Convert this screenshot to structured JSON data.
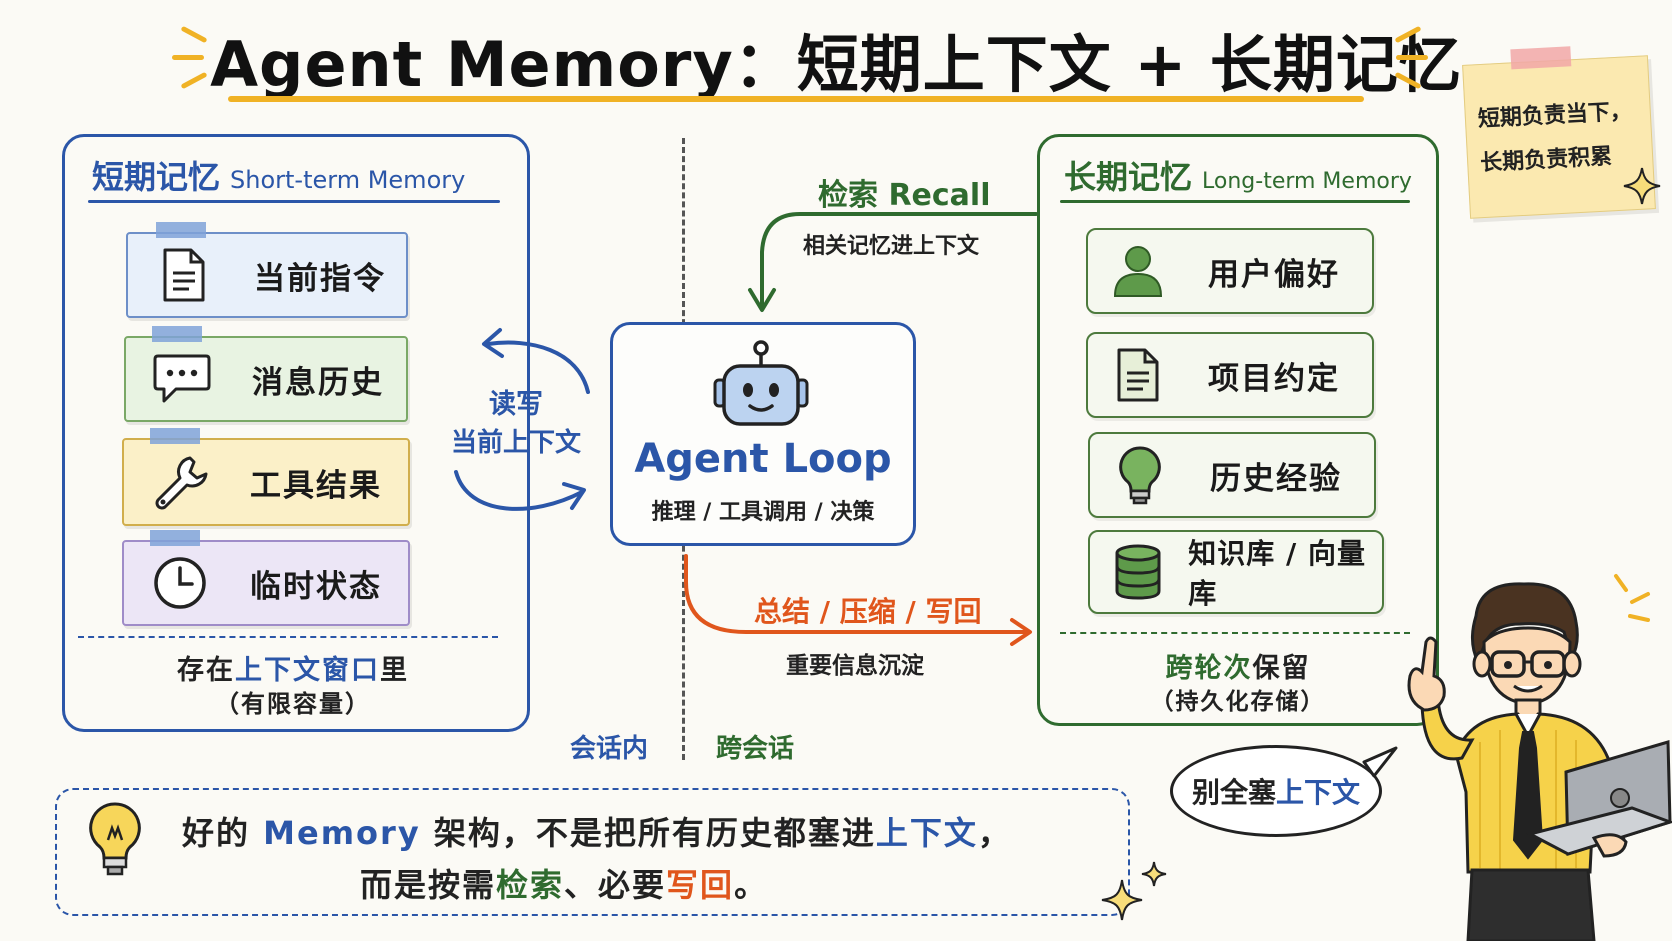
{
  "title": {
    "text": "Agent Memory：短期上下文 + 长期记忆",
    "accent_color": "#f0b225"
  },
  "memo_note": {
    "line1": "短期负责当下，",
    "line2": "长期负责积累"
  },
  "short_term": {
    "title_cn": "短期记忆",
    "title_en": "Short-term Memory",
    "color": "#2b56a8",
    "items": [
      {
        "label": "当前指令",
        "icon": "document-icon",
        "color": "#e8f0fa"
      },
      {
        "label": "消息历史",
        "icon": "chat-bubble-icon",
        "color": "#e8f3e2"
      },
      {
        "label": "工具结果",
        "icon": "wrench-icon",
        "color": "#fbf0c8"
      },
      {
        "label": "临时状态",
        "icon": "clock-icon",
        "color": "#ece6f6"
      }
    ],
    "footer_line1_a": "存在",
    "footer_line1_b": "上下文窗口",
    "footer_line1_c": "里",
    "footer_line2": "（有限容量）"
  },
  "read_write": {
    "line1": "读写",
    "line2": "当前上下文"
  },
  "recall": {
    "label": "检索 Recall",
    "sub": "相关记忆进上下文"
  },
  "agent_loop": {
    "title": "Agent Loop",
    "subtitle": "推理 / 工具调用 / 决策",
    "icon": "robot-icon"
  },
  "writeback": {
    "label": "总结 / 压缩 / 写回",
    "sub": "重要信息沉淀",
    "color": "#e0561c"
  },
  "long_term": {
    "title_cn": "长期记忆",
    "title_en": "Long-term Memory",
    "color": "#2f6b2f",
    "items": [
      {
        "label": "用户偏好",
        "icon": "user-icon"
      },
      {
        "label": "项目约定",
        "icon": "document-icon"
      },
      {
        "label": "历史经验",
        "icon": "lightbulb-icon"
      },
      {
        "label": "知识库 / 向量库",
        "icon": "database-icon"
      }
    ],
    "footer_line1_a": "跨轮次",
    "footer_line1_b": "保留",
    "footer_line2": "（持久化存储）"
  },
  "divider": {
    "left_label": "会话内",
    "right_label": "跨会话"
  },
  "tip": {
    "icon": "lightbulb-icon",
    "line1_a": "好的",
    "line1_b": "Memory",
    "line1_c": "架构，不是把所有历史都塞进",
    "line1_d": "上下文",
    "line1_e": "，",
    "line2_a": "而是按需",
    "line2_b": "检索",
    "line2_c": "、必要",
    "line2_d": "写回",
    "line2_e": "。"
  },
  "bubble": {
    "text_a": "别全塞",
    "text_b": "上下文"
  }
}
